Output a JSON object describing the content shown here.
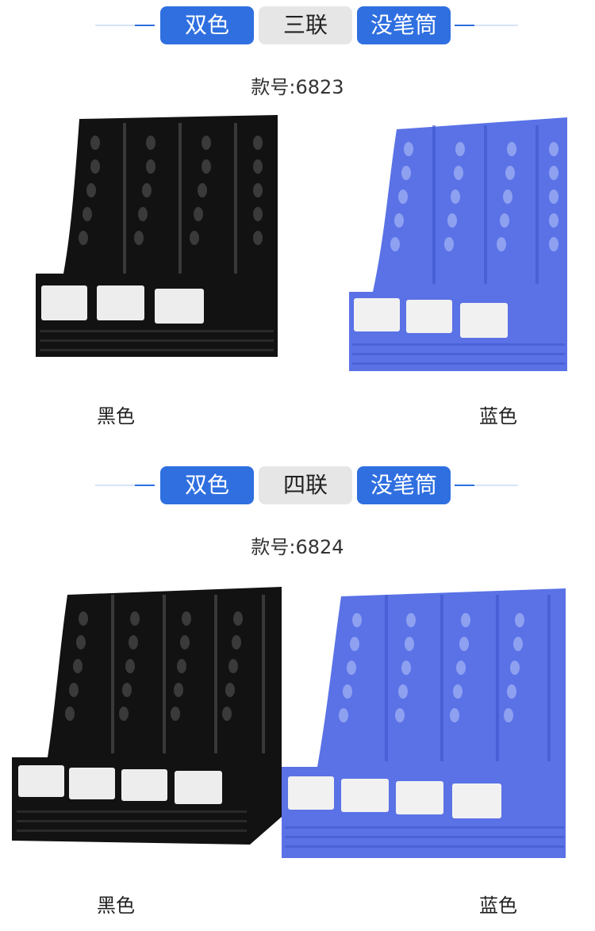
{
  "sections": [
    {
      "tags": [
        "双色",
        "三联",
        "没笔筒"
      ],
      "model": "款号:6823",
      "products": [
        {
          "caption": "黑色",
          "color": "#121212"
        },
        {
          "caption": "蓝色",
          "color": "#5a72e6"
        }
      ]
    },
    {
      "tags": [
        "双色",
        "四联",
        "没笔筒"
      ],
      "model": "款号:6824",
      "products": [
        {
          "caption": "黑色",
          "color": "#121212"
        },
        {
          "caption": "蓝色",
          "color": "#5a72e6"
        }
      ]
    }
  ],
  "colors": {
    "accent": "#2f6fe0",
    "tag_gray": "#e6e6e6",
    "black_product": "#121212",
    "blue_product": "#5a72e6"
  }
}
